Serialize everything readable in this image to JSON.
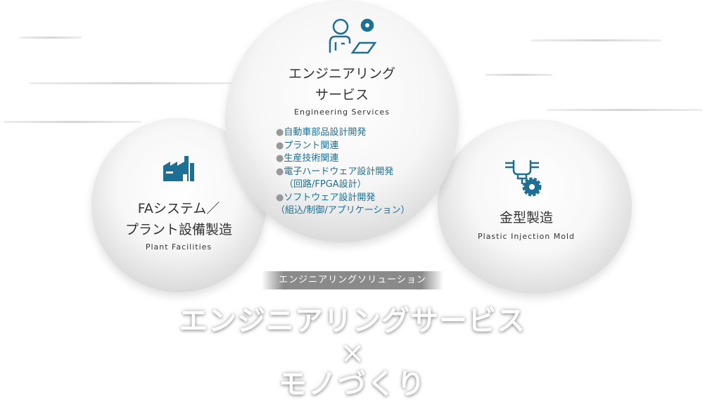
{
  "center": {
    "title_line1": "エンジニアリング",
    "title_line2": "サービス",
    "subtitle": "Engineering Services",
    "items": [
      "自動車部品設計開発",
      "プラント関連",
      "生産技術関連",
      "電子ハードウェア設計開発",
      "（回路/FPGA設計）",
      "ソフトウェア設計開発",
      "（組込/制御/アプリケーション）"
    ],
    "bullet": "●"
  },
  "left": {
    "title_line1": "FAシステム／",
    "title_line2": "プラント設備製造",
    "subtitle": "Plant Facilities"
  },
  "right": {
    "title": "金型製造",
    "subtitle": "Plastic Injection Mold"
  },
  "band": "エンジニアリングソリューション",
  "headline": {
    "line1": "エンジニアリングサービス",
    "cross": "×",
    "line2": "モノづくり"
  },
  "colors": {
    "accent": "#1d6f93"
  }
}
